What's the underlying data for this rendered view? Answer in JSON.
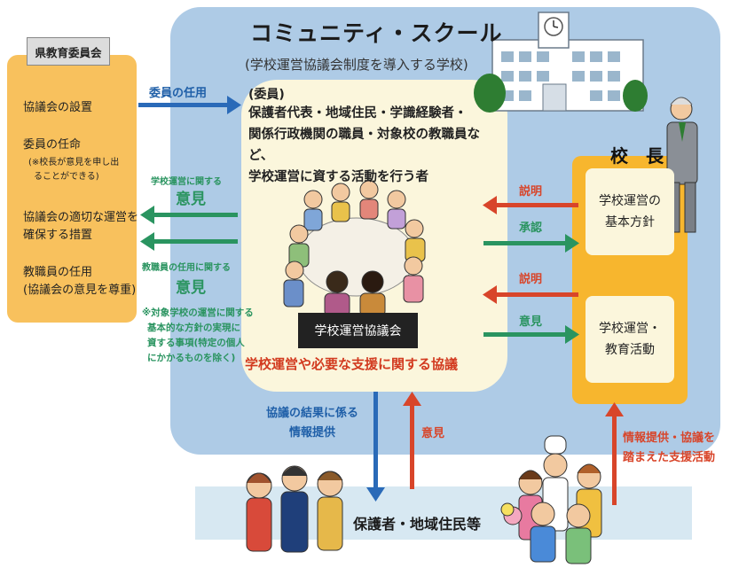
{
  "school": {
    "title": "コミュニティ・スクール",
    "subtitle": "(学校運営協議会制度を導入する学校)"
  },
  "members": {
    "heading": "(委員)",
    "lines": [
      "保護者代表・地域住民・学識経験者・",
      "関係行政機関の職員・対象校の教職員など、",
      "学校運営に資する活動を行う者"
    ]
  },
  "prefecture": {
    "tag": "県教育委員会",
    "items": [
      "協議会の設置",
      "委員の任命",
      "(※校長が意見を申し出",
      "ることができる)",
      "協議会の適切な運営を",
      "確保する措置",
      "教職員の任用",
      "(協議会の意見を尊重)"
    ]
  },
  "arrows": {
    "appoint": "委員の任用",
    "opinion_ops_small": "学校運営に関する",
    "opinion_ops": "意見",
    "opinion_staff_small": "教職員の任用に関する",
    "opinion_staff": "意見",
    "note": [
      "※対象学校の運営に関する",
      "基本的な方針の実現に",
      "資する事項(特定の個人",
      "にかかるものを除く)"
    ],
    "explain1": "説明",
    "approve": "承認",
    "explain2": "説明",
    "opinion_right": "意見",
    "info": [
      "協議の結果に係る",
      "情報提供"
    ],
    "opinion_up": "意見",
    "support": [
      "情報提供・協議を",
      "踏まえた支援活動"
    ]
  },
  "council": {
    "label": "学校運営協議会",
    "discussion": "学校運営や必要な支援に関する協議"
  },
  "principal": {
    "title": "校　長",
    "policy": [
      "学校運営の",
      "基本方針"
    ],
    "activities": [
      "学校運営・",
      "教育活動"
    ]
  },
  "community": {
    "label": "保護者・地域住民等"
  },
  "colors": {
    "blue_area": "#aecbe6",
    "cream": "#fbf6dc",
    "orange": "#f8c15d",
    "principal_orange": "#f7b62e",
    "arrow_blue": "#2a6ab8",
    "arrow_green": "#2a9460",
    "arrow_red": "#d8452a"
  }
}
